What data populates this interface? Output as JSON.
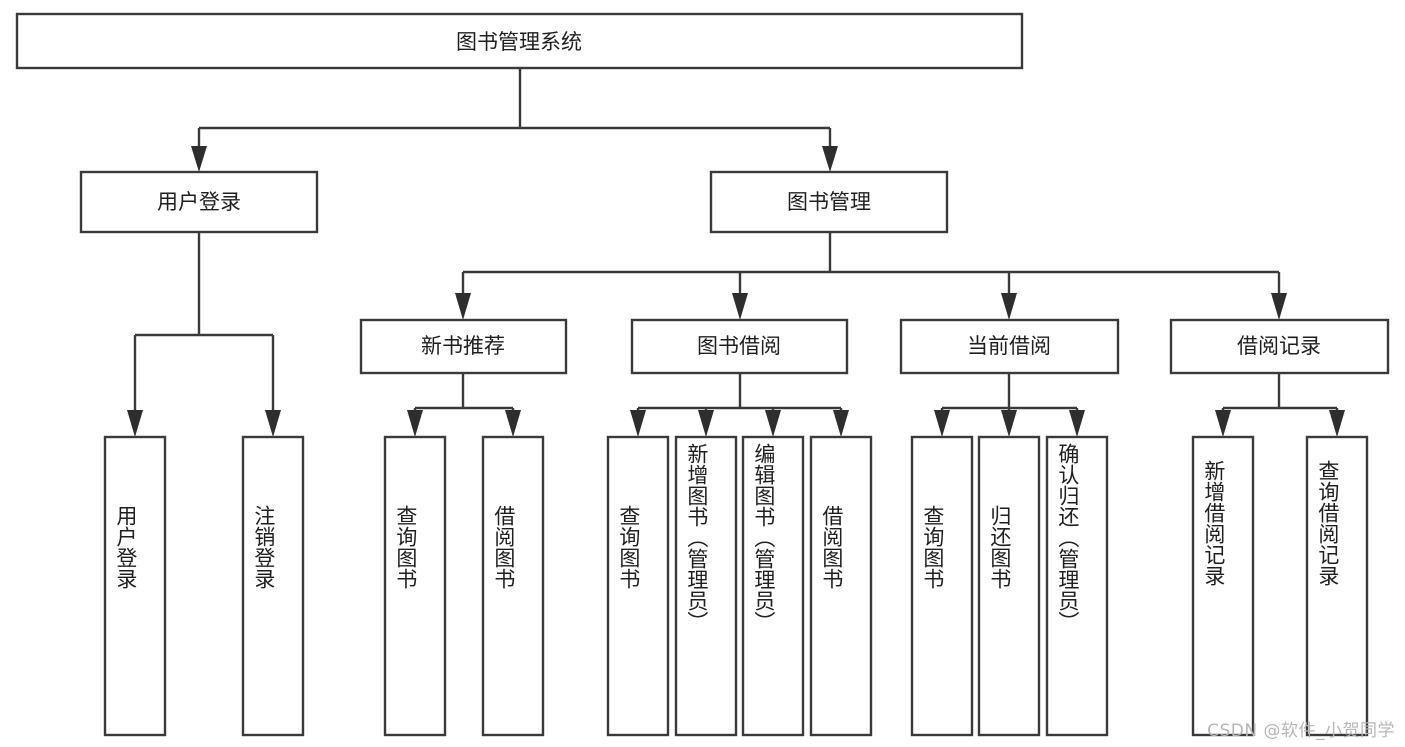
{
  "diagram": {
    "title_text": "图书管理系统",
    "type": "hierarchy-tree",
    "orientation": "top-down",
    "watermark": "CSDN @软件_小贺同学",
    "colors": {
      "box_stroke": "#3a3a3a",
      "box_fill": "#ffffff",
      "connector": "#3a3a3a",
      "text": "#1f1f1f",
      "watermark": "#b6b6b6",
      "background": "#ffffff"
    },
    "root": {
      "label": "图书管理系统"
    },
    "level2": [
      {
        "label": "用户登录"
      },
      {
        "label": "图书管理"
      }
    ],
    "level3": [
      {
        "label": "新书推荐"
      },
      {
        "label": "图书借阅"
      },
      {
        "label": "当前借阅"
      },
      {
        "label": "借阅记录"
      }
    ],
    "leaves": {
      "user_login": [
        {
          "label": "用户登录"
        },
        {
          "label": "注销登录"
        }
      ],
      "new_book_recommend": [
        {
          "label": "查询图书"
        },
        {
          "label": "借阅图书"
        }
      ],
      "book_borrow": [
        {
          "label": "查询图书"
        },
        {
          "label": "新增图书（管理员）"
        },
        {
          "label": "编辑图书（管理员）"
        },
        {
          "label": "借阅图书"
        }
      ],
      "current_borrow": [
        {
          "label": "查询图书"
        },
        {
          "label": "归还图书"
        },
        {
          "label": "确认归还（管理员）"
        }
      ],
      "borrow_record": [
        {
          "label": "新增借阅记录"
        },
        {
          "label": "查询借阅记录"
        }
      ]
    }
  }
}
